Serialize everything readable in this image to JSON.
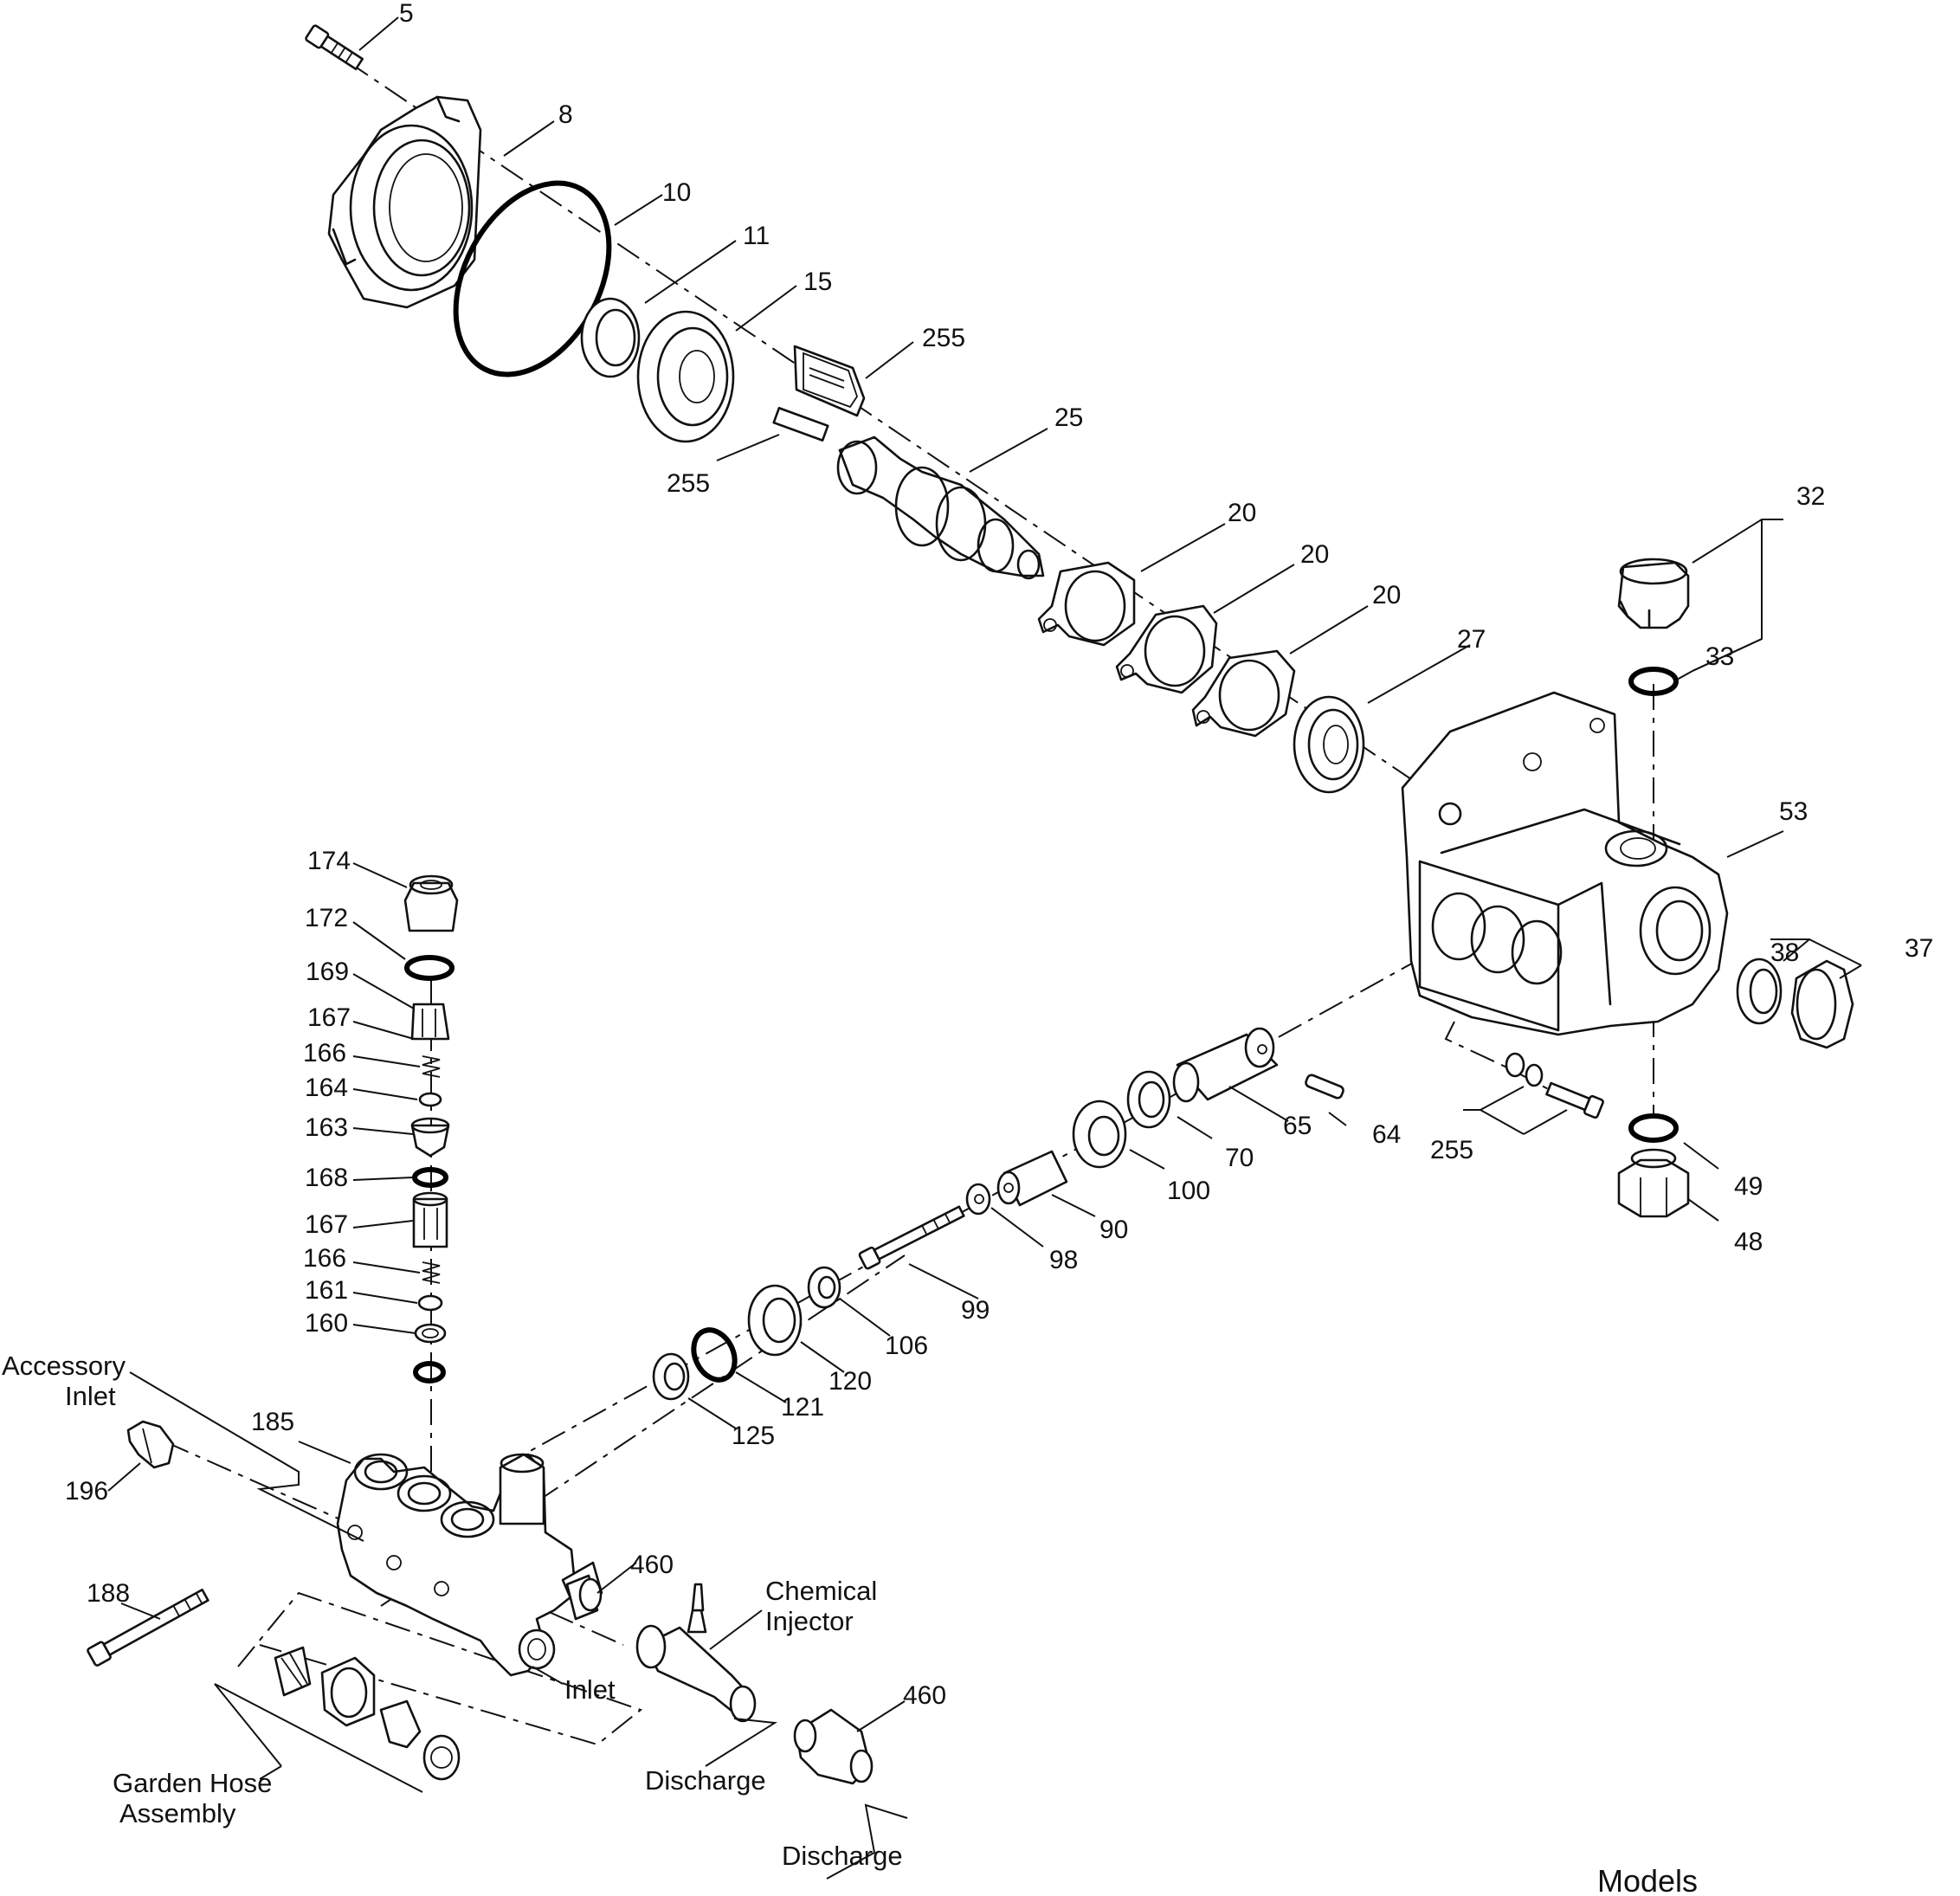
{
  "callouts": {
    "c5": "5",
    "c8": "8",
    "c10": "10",
    "c11": "11",
    "c15": "15",
    "c255_label": "255",
    "c25": "25",
    "c255_key": "255",
    "c20a": "20",
    "c20b": "20",
    "c20c": "20",
    "c27": "27",
    "c32": "32",
    "c33": "33",
    "c53": "53",
    "c38": "38",
    "c37": "37",
    "c65": "65",
    "c64": "64",
    "c255_bolt": "255",
    "c49": "49",
    "c48": "48",
    "c70": "70",
    "c100": "100",
    "c90": "90",
    "c98": "98",
    "c99": "99",
    "c106": "106",
    "c120": "120",
    "c121": "121",
    "c125": "125",
    "c174": "174",
    "c172": "172",
    "c169": "169",
    "c167a": "167",
    "c166a": "166",
    "c164": "164",
    "c163": "163",
    "c168": "168",
    "c167b": "167",
    "c166b": "166",
    "c161": "161",
    "c160": "160",
    "c185": "185",
    "c196": "196",
    "c188": "188",
    "c460a": "460",
    "c460b": "460"
  },
  "labels": {
    "accessory_inlet_1": "Accessory",
    "accessory_inlet_2": "Inlet",
    "inlet": "Inlet",
    "chemical_injector_1": "Chemical",
    "chemical_injector_2": "Injector",
    "discharge_1": "Discharge",
    "discharge_2": "Discharge",
    "garden_hose_1": "Garden Hose",
    "garden_hose_2": "Assembly",
    "models": "Models"
  }
}
